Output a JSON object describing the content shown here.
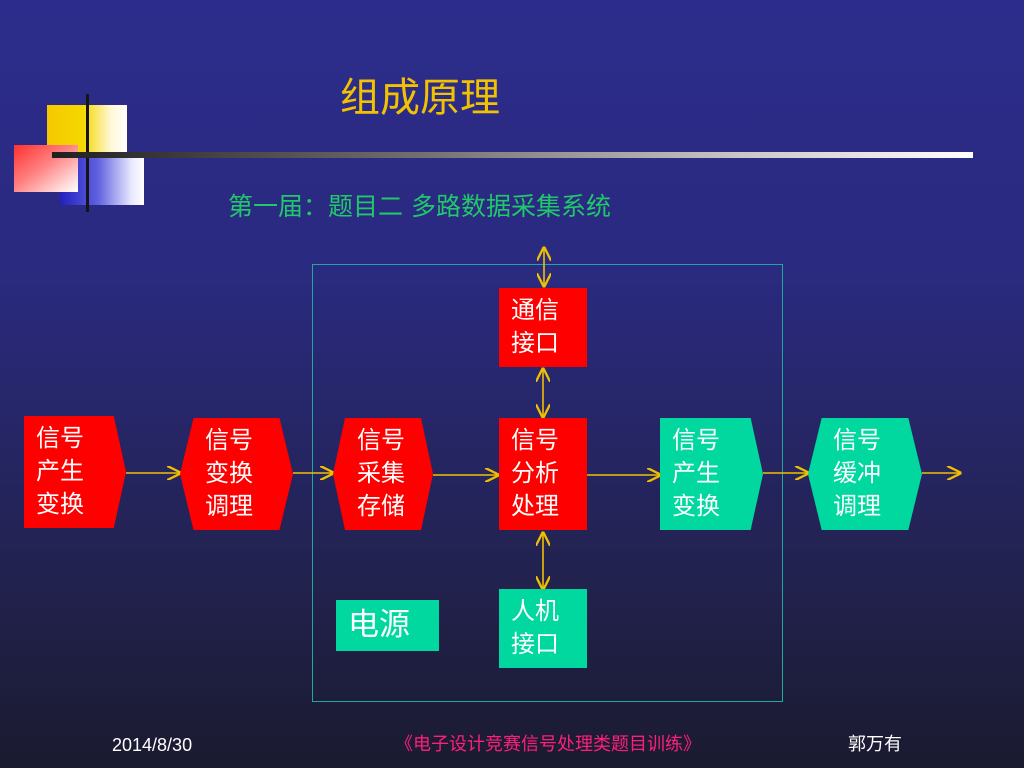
{
  "slide": {
    "title": "组成原理",
    "subtitle": "第一届：题目二  多路数据采集系统"
  },
  "blocks": {
    "signal_gen_in": [
      "信号",
      "产生",
      "变换"
    ],
    "signal_cond_in": [
      "信号",
      "变换",
      "调理"
    ],
    "signal_acq": [
      "信号",
      "采集",
      "存储"
    ],
    "signal_proc": [
      "信号",
      "分析",
      "处理"
    ],
    "comm_if": [
      "通信",
      "接口"
    ],
    "hmi_if": [
      "人机",
      "接口"
    ],
    "signal_gen_out": [
      "信号",
      "产生",
      "变换"
    ],
    "signal_buf_out": [
      "信号",
      "缓冲",
      "调理"
    ],
    "power": "电源"
  },
  "colors": {
    "title": "#f2c200",
    "subtitle": "#20c86a",
    "block_red": "#ff0000",
    "block_teal": "#00d8a0",
    "arrow": "#f0c000",
    "frame": "#1fa8a0",
    "footer_course": "#ff1f7a"
  },
  "footer": {
    "date": "2014/8/30",
    "course": "《电子设计竞赛信号处理类题目训练》",
    "author": "郭万有"
  }
}
